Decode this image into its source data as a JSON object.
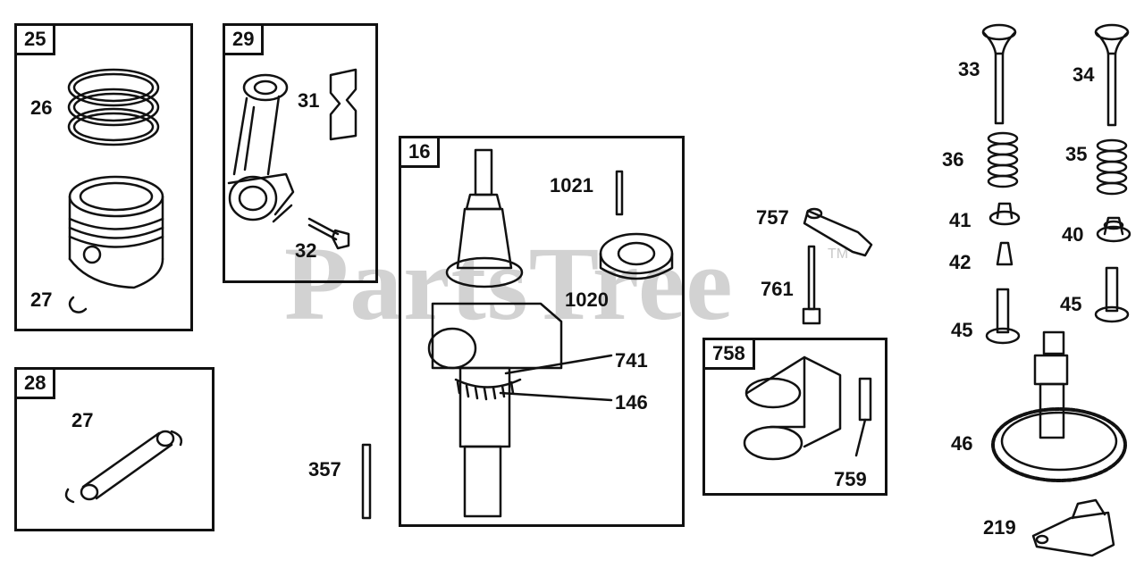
{
  "watermark": {
    "text": "PartsTree",
    "tm": "TM"
  },
  "frames": {
    "f25": "25",
    "f29": "29",
    "f28": "28",
    "f16": "16",
    "f758": "758"
  },
  "labels": {
    "p26": "26",
    "p27a": "27",
    "p31": "31",
    "p32": "32",
    "p27b": "27",
    "p1021": "1021",
    "p1020": "1020",
    "p741": "741",
    "p146": "146",
    "p357": "357",
    "p757": "757",
    "p761": "761",
    "p759": "759",
    "p33": "33",
    "p34": "34",
    "p36": "36",
    "p35": "35",
    "p41": "41",
    "p40": "40",
    "p42": "42",
    "p45a": "45",
    "p45b": "45",
    "p46": "46",
    "p219": "219"
  }
}
